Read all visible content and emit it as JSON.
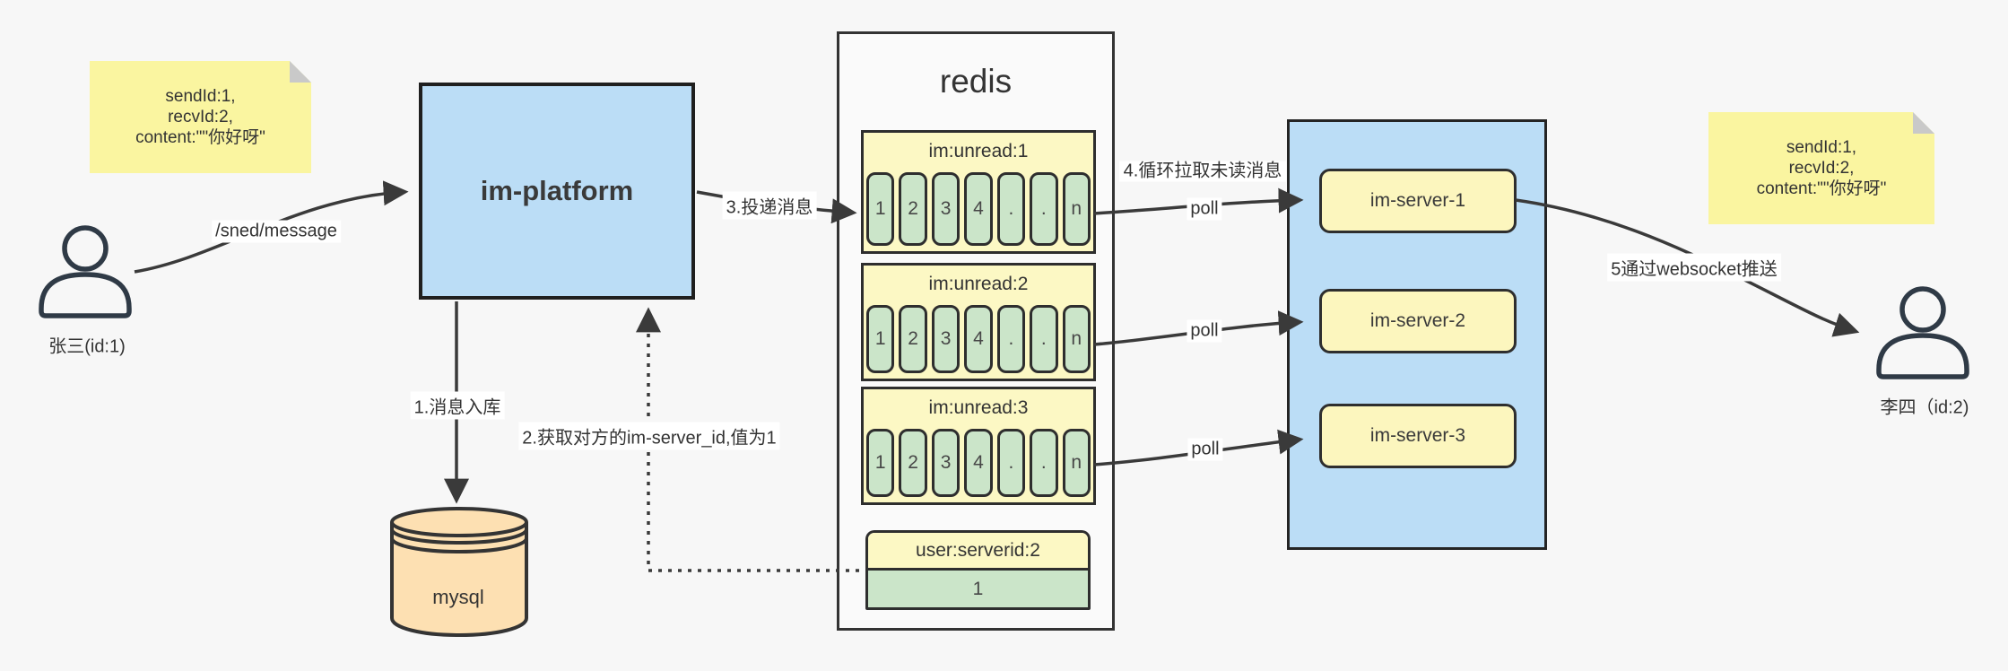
{
  "colors": {
    "background": "#F7F7F7",
    "blue_fill": "#BBDDF6",
    "note_yellow": "#FAF5A0",
    "block_yellow": "#FCF8C4",
    "cell_green": "#CBE5C9",
    "db_orange": "#FDE0B2",
    "line": "#3A3A3A",
    "text": "#333333"
  },
  "actors": {
    "sender": {
      "label": "张三(id:1)"
    },
    "receiver": {
      "label": "李四（id:2)"
    }
  },
  "notes": {
    "sender": {
      "line1": "sendId:1,",
      "line2": "recvId:2,",
      "line3": "content:\"\"你好呀\""
    },
    "receiver": {
      "line1": "sendId:1,",
      "line2": "recvId:2,",
      "line3": "content:\"\"你好呀\""
    }
  },
  "platform": {
    "label": "im-platform"
  },
  "database": {
    "label": "mysql"
  },
  "redis": {
    "title": "redis",
    "queues": [
      {
        "header": "im:unread:1",
        "cells": [
          "1",
          "2",
          "3",
          "4",
          ".",
          ".",
          "n"
        ]
      },
      {
        "header": "im:unread:2",
        "cells": [
          "1",
          "2",
          "3",
          "4",
          ".",
          ".",
          "n"
        ]
      },
      {
        "header": "im:unread:3",
        "cells": [
          "1",
          "2",
          "3",
          "4",
          ".",
          ".",
          "n"
        ]
      }
    ],
    "mapping": {
      "header": "user:serverid:2",
      "value": "1"
    }
  },
  "servers": [
    {
      "label": "im-server-1"
    },
    {
      "label": "im-server-2"
    },
    {
      "label": "im-server-3"
    }
  ],
  "edges": {
    "send_label": "/sned/message",
    "step1_label": "1.消息入库",
    "step2_label": "2.获取对方的im-server_id,值为1",
    "step3_label": "3.投递消息",
    "step4_label": "4.循环拉取未读消息",
    "poll_label": "poll",
    "step5_label": "5通过websocket推送"
  }
}
